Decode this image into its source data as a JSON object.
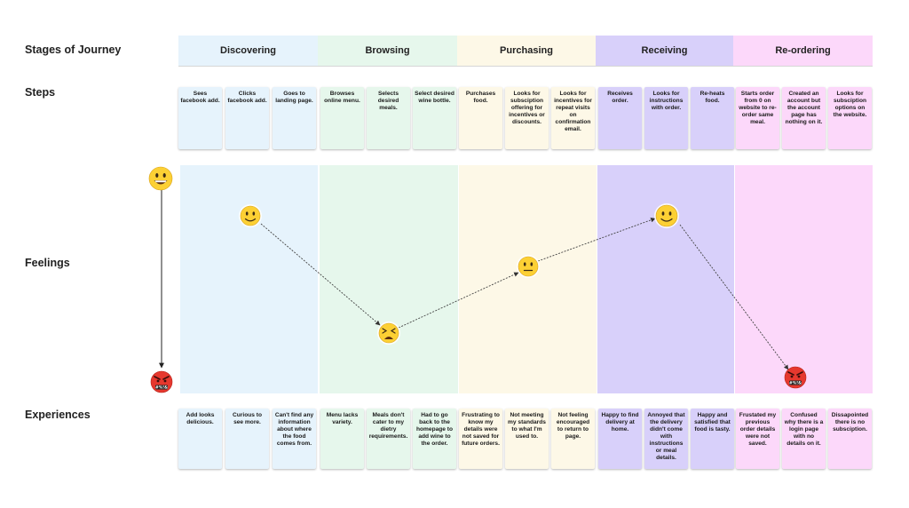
{
  "labels": {
    "stages": "Stages of Journey",
    "steps": "Steps",
    "feelings": "Feelings",
    "experiences": "Experiences"
  },
  "colors": {
    "discovering": "#e6f3fc",
    "browsing": "#e6f7ec",
    "purchasing": "#fdf8e7",
    "receiving": "#d8d0fa",
    "reordering": "#fcd8fa"
  },
  "stages": [
    {
      "name": "Discovering",
      "steps": [
        "Sees facebook add.",
        "Clicks facebook add.",
        "Goes to landing page."
      ],
      "experiences": [
        "Add looks delicious.",
        "Curious to see more.",
        "Can't find any information about where the food comes from."
      ]
    },
    {
      "name": "Browsing",
      "steps": [
        "Browses online menu.",
        "Selects desired meals.",
        "Select desired wine bottle."
      ],
      "experiences": [
        "Menu lacks variety.",
        "Meals don't cater to my dietry requirements.",
        "Had to go back to the homepage to add wine to the order."
      ]
    },
    {
      "name": "Purchasing",
      "steps": [
        "Purchases food.",
        "Looks for subsciption offering for incentives or discounts.",
        "Looks for incentives for repeat visits on confirmation email."
      ],
      "experiences": [
        "Frustrating to know my details were not saved for future orders.",
        "Not meeting my standards to what I'm used to.",
        "Not feeling encouraged to return to page."
      ]
    },
    {
      "name": "Receiving",
      "steps": [
        "Receives order.",
        "Looks for instructions with order.",
        "Re-heats food."
      ],
      "experiences": [
        "Happy to find delivery at home.",
        "Annoyed that the delivery didn't come with instructions or meal details.",
        "Happy and satisfied that food is tasty."
      ]
    },
    {
      "name": "Re-ordering",
      "steps": [
        "Starts order from 0 on website to re-order same meal.",
        "Created an account but the account page has nothing on it.",
        "Looks for subsciption options on the website."
      ],
      "experiences": [
        "Frustated my previous order details were not saved.",
        "Confused why there is a login page with no details on it.",
        "Dissapointed there is no subsciption."
      ]
    }
  ],
  "feelings": {
    "points": [
      {
        "stage": "Discovering",
        "mood": "happy"
      },
      {
        "stage": "Browsing",
        "mood": "tired"
      },
      {
        "stage": "Purchasing",
        "mood": "neutral"
      },
      {
        "stage": "Receiving",
        "mood": "happy"
      },
      {
        "stage": "Re-ordering",
        "mood": "angry"
      }
    ],
    "scale_top_icon": "grinning-face-icon",
    "scale_bottom_icon": "angry-face-icon"
  }
}
